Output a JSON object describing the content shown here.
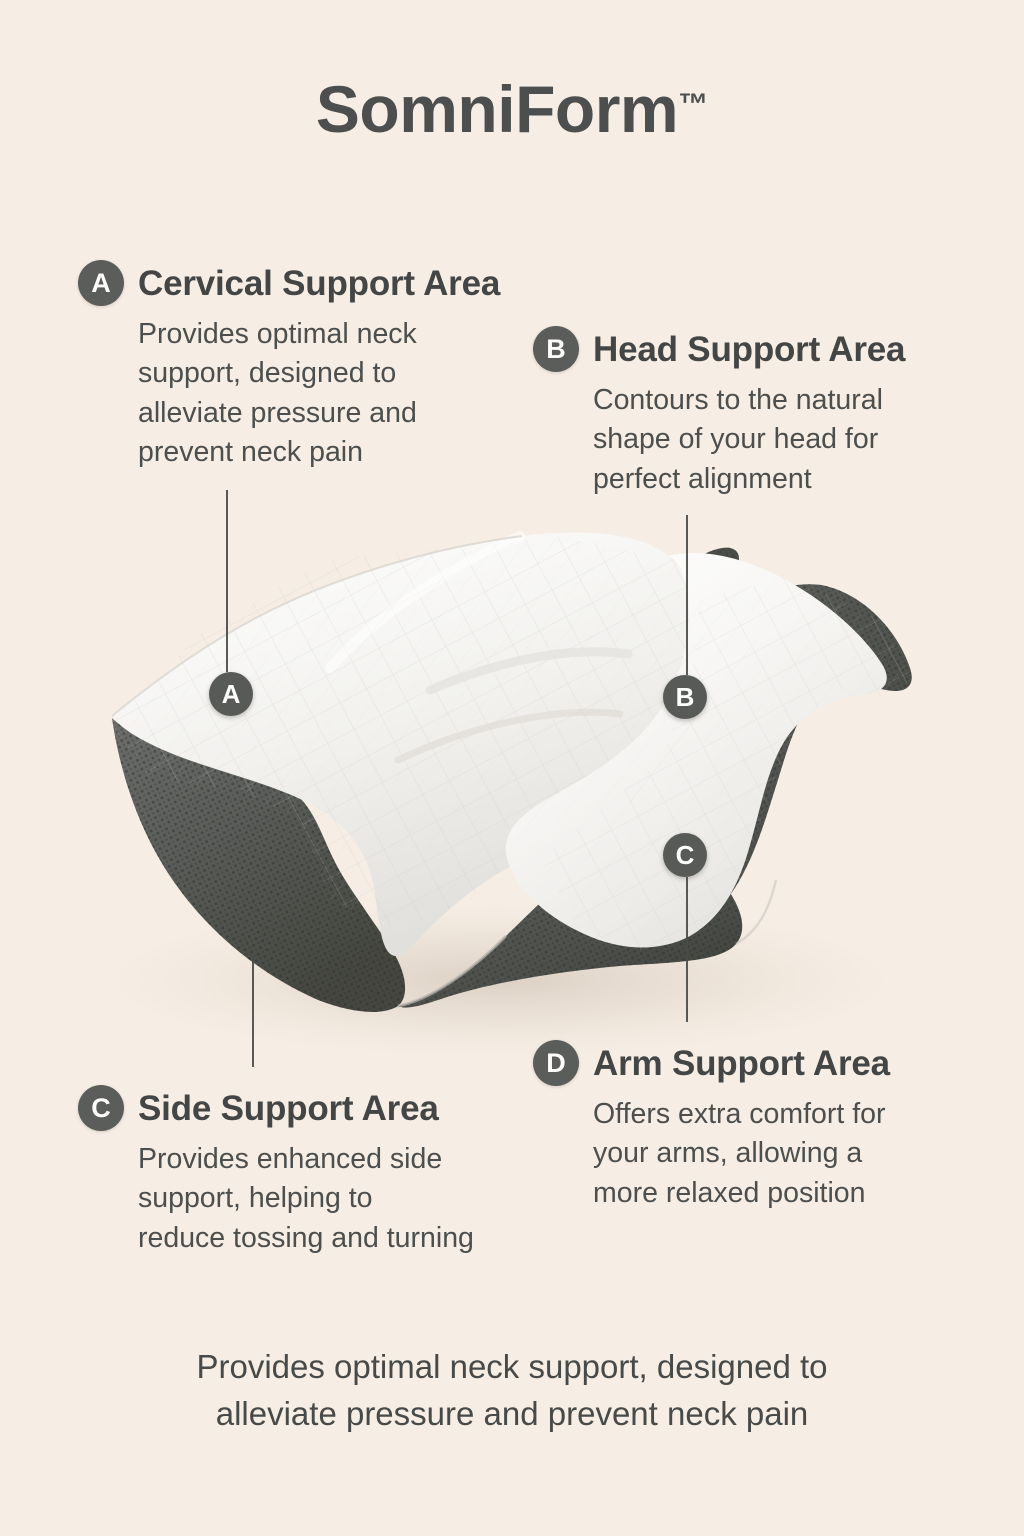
{
  "background_color": "#f6eee5",
  "accent_color": "#5b5d5a",
  "heading_color": "#434644",
  "body_color": "#4c4f4d",
  "header": {
    "title": "SomniForm",
    "trademark": "™"
  },
  "product_image": {
    "alt": "contoured memory foam ergonomic pillow",
    "surface_color": "#f4f3f1",
    "mesh_color": "#5c5e5c"
  },
  "callouts": [
    {
      "key": "A",
      "badge": "A",
      "title": "Cervical Support Area",
      "body": "Provides optimal neck\nsupport, designed to\nalleviate pressure and\nprevent neck pain"
    },
    {
      "key": "B",
      "badge": "B",
      "title": "Head Support Area",
      "body": "Contours to the natural\nshape of your head for\nperfect alignment"
    },
    {
      "key": "C",
      "badge": "C",
      "title": "Side Support Area",
      "body": "Provides enhanced side\nsupport, helping to\nreduce tossing and turning"
    },
    {
      "key": "D",
      "badge": "D",
      "title": "Arm Support Area",
      "body": "Offers extra comfort for\nyour arms, allowing a\nmore relaxed position"
    }
  ],
  "pins": [
    {
      "label": "A"
    },
    {
      "label": "B"
    },
    {
      "label": "C"
    }
  ],
  "footer": {
    "caption": "Provides optimal neck support, designed to\nalleviate pressure and prevent neck pain"
  }
}
